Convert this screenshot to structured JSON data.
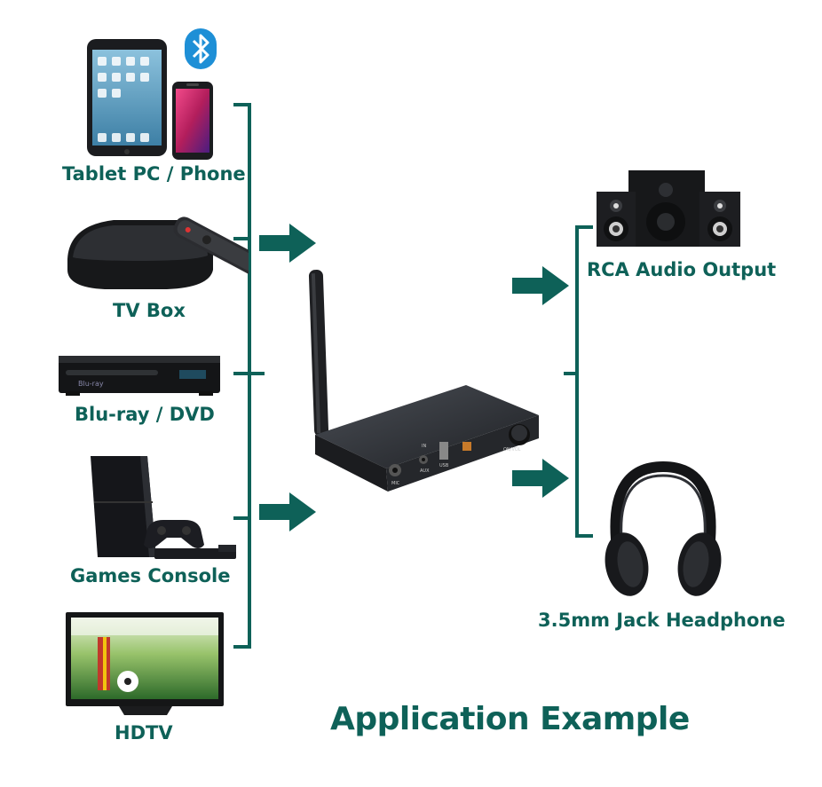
{
  "sources": [
    {
      "label": "Tablet PC / Phone",
      "icon": "tablet-phone-icon"
    },
    {
      "label": "TV Box",
      "icon": "tv-box-icon"
    },
    {
      "label": "Blu-ray / DVD",
      "icon": "bluray-player-icon"
    },
    {
      "label": "Games Console",
      "icon": "games-console-icon"
    },
    {
      "label": "HDTV",
      "icon": "hdtv-icon"
    }
  ],
  "outputs": [
    {
      "label": "RCA Audio Output",
      "icon": "speakers-icon"
    },
    {
      "label": "3.5mm Jack Headphone",
      "icon": "headphones-icon"
    }
  ],
  "device": {
    "icon": "bluetooth-receiver-icon",
    "port_labels": [
      "MIC",
      "AUX",
      "IN",
      "USB",
      "ON/VOL"
    ]
  },
  "bluetooth_icon": "bluetooth-icon",
  "footer_title": "Application Example",
  "colors": {
    "accent": "#0e6158",
    "bluetooth": "#1e8fd6",
    "device": "#2b2e33"
  }
}
